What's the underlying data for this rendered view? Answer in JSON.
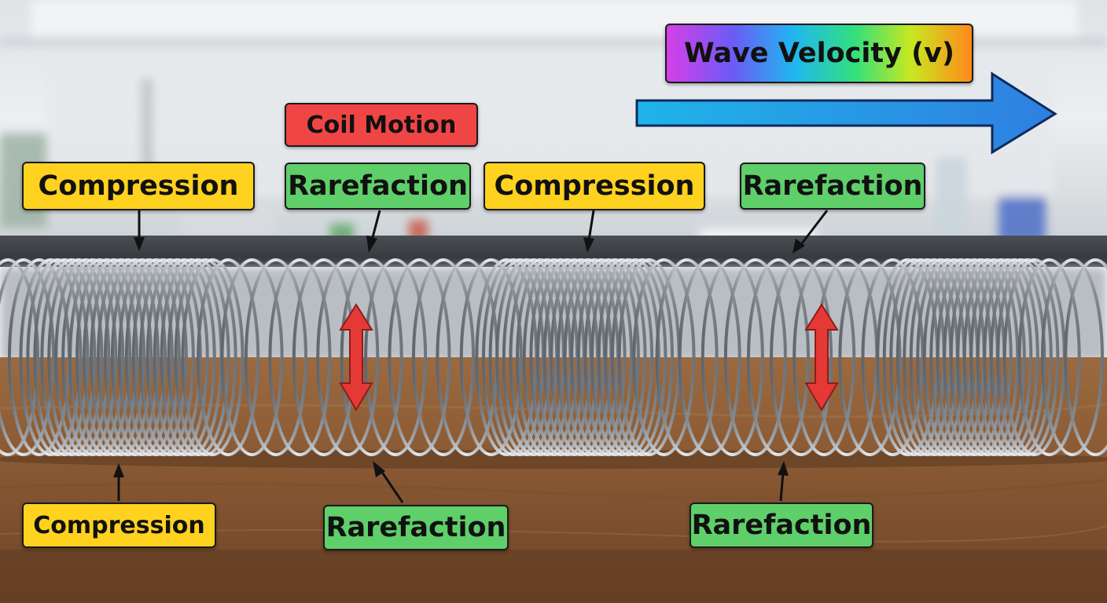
{
  "labels": {
    "top_left": "Compression",
    "coil_motion": "Coil Motion",
    "top_mid_rarefaction": "Rarefaction",
    "top_mid_compression": "Compression",
    "top_right_rarefaction": "Rarefaction",
    "bottom_left": "Compression",
    "bottom_mid_rarefaction": "Rarefaction",
    "bottom_right_rarefaction": "Rarefaction",
    "wave_velocity": "Wave Velocity (v)"
  },
  "colors": {
    "compression": "#ffd21f",
    "rarefaction": "#5fcf6a",
    "coil_motion": "#f04545",
    "velocity_arrow": "#1e88e5",
    "motion_arrow": "#e53935",
    "table": "#8a5a34",
    "backsplash": "#e9ecef",
    "coil": "#9aa0a6"
  }
}
